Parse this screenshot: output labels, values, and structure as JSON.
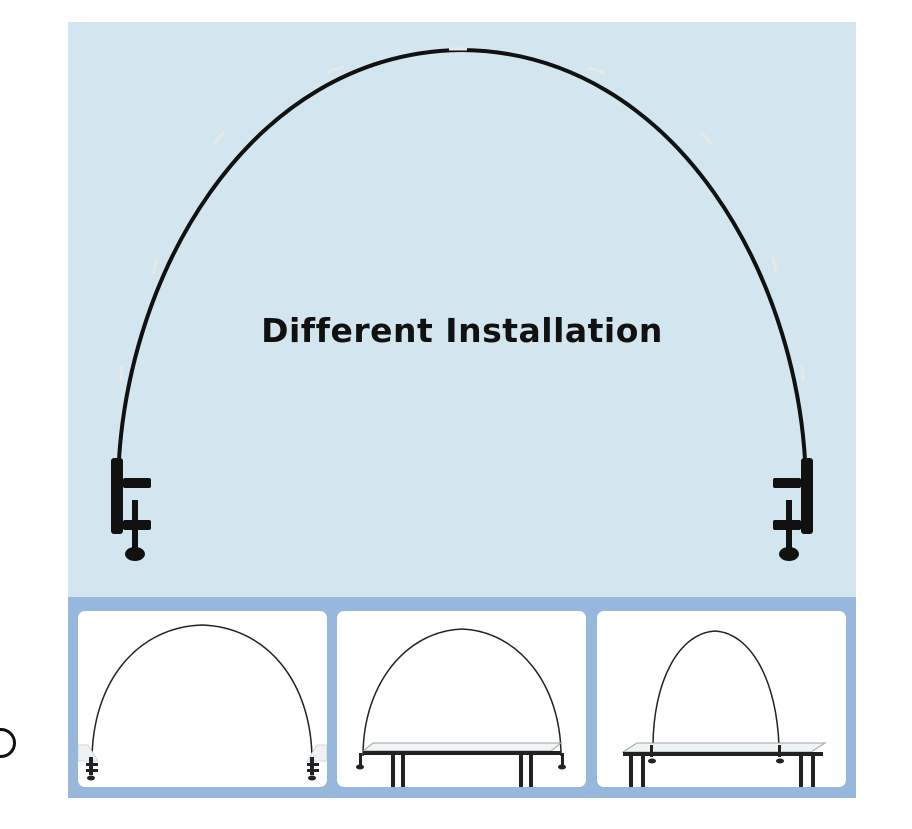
{
  "hero": {
    "title": "Different Installation",
    "background_color": "#d3e6ef"
  },
  "thumbnails": [
    {
      "icon": "arch-clamped-to-two-panels"
    },
    {
      "icon": "arch-clamped-on-table"
    },
    {
      "icon": "narrow-arch-on-table"
    }
  ],
  "strip_color": "#98b7dc"
}
